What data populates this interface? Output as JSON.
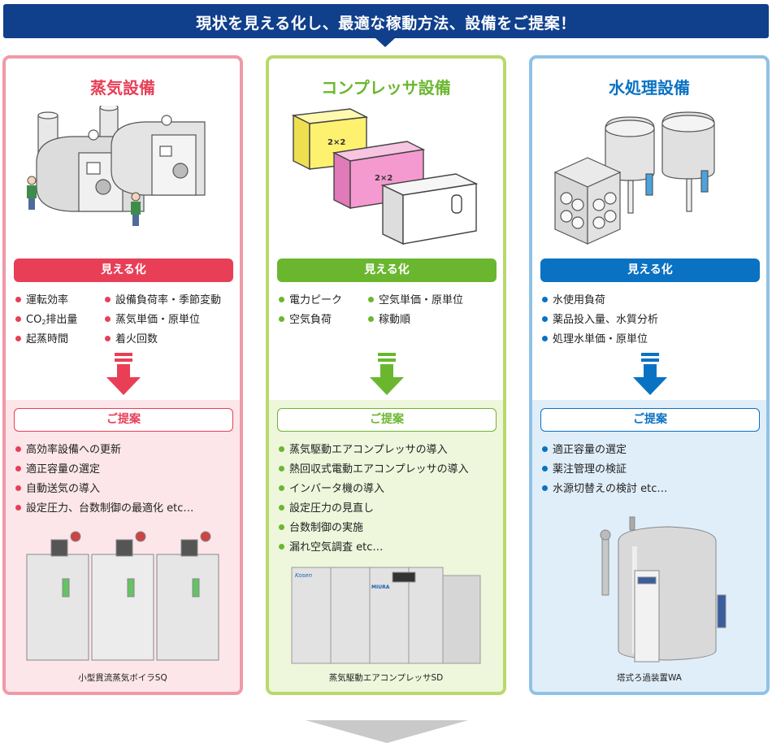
{
  "header": {
    "title": "現状を見える化し、最適な稼動方法、設備をご提案！"
  },
  "steam": {
    "title": "蒸気設備",
    "mieru_label": "見える化",
    "mieru_col1": [
      "運転効率",
      "CO2排出量",
      "起蒸時間"
    ],
    "co2_main": "CO",
    "co2_sub": "2",
    "co2_rest": "排出量",
    "mieru_col2": [
      "設備負荷率・季節変動",
      "蒸気単価・原単位",
      "着火回数"
    ],
    "teian_label": "ご提案",
    "teian": [
      "高効率設備への更新",
      "適正容量の選定",
      "自動送気の導入",
      "設定圧力、台数制御の最適化 etc…"
    ],
    "caption": "小型貫流蒸気ボイラSQ"
  },
  "compressor": {
    "title": "コンプレッサ設備",
    "mieru_label": "見える化",
    "mieru_col1": [
      "電力ピーク",
      "空気負荷"
    ],
    "mieru_col2": [
      "空気単価・原単位",
      "稼動順"
    ],
    "teian_label": "ご提案",
    "teian": [
      "蒸気駆動エアコンプレッサの導入",
      "熱回収式電動エアコンプレッサの導入",
      "インバータ機の導入",
      "設定圧力の見直し",
      "台数制御の実施",
      "漏れ空気調査 etc…"
    ],
    "caption": "蒸気駆動エアコンプレッサSD",
    "brand1": "Kosen",
    "brand2": "MIURA",
    "display_text": "2×2"
  },
  "water": {
    "title": "水処理設備",
    "mieru_label": "見える化",
    "mieru": [
      "水使用負荷",
      "薬品投入量、水質分析",
      "処理水単価・原単位"
    ],
    "teian_label": "ご提案",
    "teian": [
      "適正容量の選定",
      "薬注管理の検証",
      "水源切替えの検討 etc…"
    ],
    "caption": "塔式ろ過装置WA"
  },
  "colors": {
    "steam": "#e83f57",
    "compressor": "#6ab72f",
    "water": "#0a72c2",
    "banner": "#103f8c",
    "chevron": "#c9c9c9"
  }
}
